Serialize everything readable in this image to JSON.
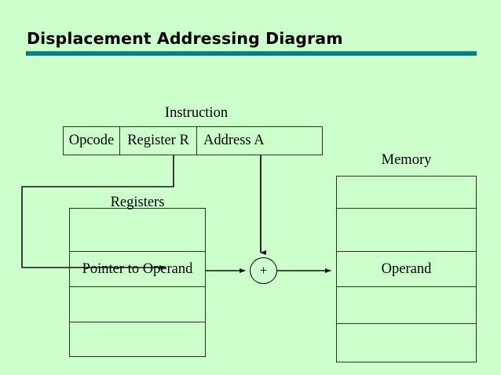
{
  "slide": {
    "title": "Displacement Addressing Diagram",
    "background_color": "#ccffcc",
    "title_rule_color": "#008080",
    "line_color": "#1d3a1d"
  },
  "instruction": {
    "caption": "Instruction",
    "fields": [
      {
        "label": "Opcode"
      },
      {
        "label": "Register R"
      },
      {
        "label": "Address A"
      }
    ]
  },
  "registers": {
    "caption": "Registers",
    "rows": [
      {
        "label": ""
      },
      {
        "label": "Pointer to Operand"
      },
      {
        "label": ""
      },
      {
        "label": ""
      }
    ]
  },
  "memory": {
    "caption": "Memory",
    "rows": [
      {
        "label": ""
      },
      {
        "label": ""
      },
      {
        "label": "Operand"
      },
      {
        "label": ""
      },
      {
        "label": ""
      }
    ]
  },
  "adder": {
    "symbol": "+"
  }
}
